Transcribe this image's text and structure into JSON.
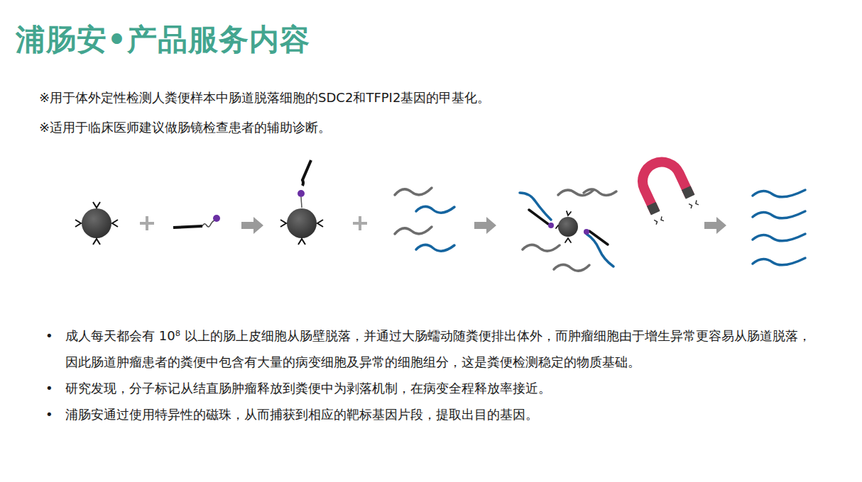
{
  "diagram": {
    "title": "浦肠安•产品服务内容",
    "labels": [
      "※用于体外定性检测人粪便样本中肠道脱落细胞的SDC2和TFPI2基因的甲基化。",
      "※适用于临床医师建议做肠镜检查患者的辅助诊断。",
      "成人每天都会有 10⁸ 以上的肠上皮细胞从肠壁脱落，并通过大肠蠕动随粪便排出体外，而肿瘤细胞由于增生异常更容易从肠道脱落，因此肠道肿瘤患者的粪便中包含有大量的病变细胞及异常的细胞组分，这是粪便检测稳定的物质基础。",
      "研究发现，分子标记从结直肠肿瘤释放到粪便中为剥落机制，在病变全程释放率接近。",
      "浦肠安通过使用特异性的磁珠，从而捕获到相应的靶标基因片段，提取出目的基因。"
    ]
  }
}
